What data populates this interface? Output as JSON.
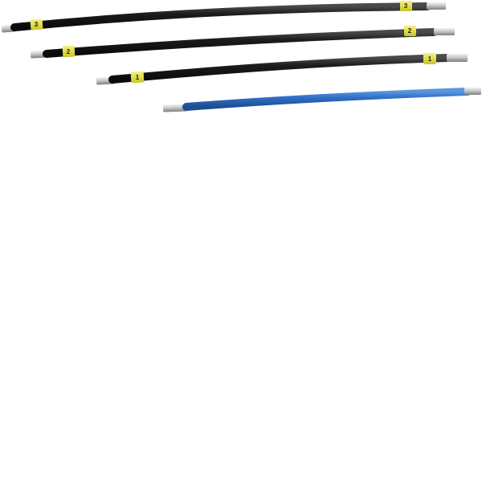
{
  "scene": {
    "background": "#ffffff",
    "subject": "wire-bridge-set",
    "colors": {
      "insulation_black": "#1c1c1c",
      "insulation_blue": "#2f6fc4",
      "marker_yellow": "#e6e33c",
      "ferrule_metal": "#c8c8c8"
    },
    "wires": [
      {
        "color_name": "black",
        "insulation": "#1c1c1c",
        "marker_labels": [
          "3",
          "3"
        ]
      },
      {
        "color_name": "black",
        "insulation": "#1c1c1c",
        "marker_labels": [
          "2",
          "2"
        ]
      },
      {
        "color_name": "black",
        "insulation": "#1c1c1c",
        "marker_labels": [
          "1",
          "1"
        ]
      },
      {
        "color_name": "blue",
        "insulation": "#2f6fc4",
        "marker_labels": []
      }
    ]
  }
}
